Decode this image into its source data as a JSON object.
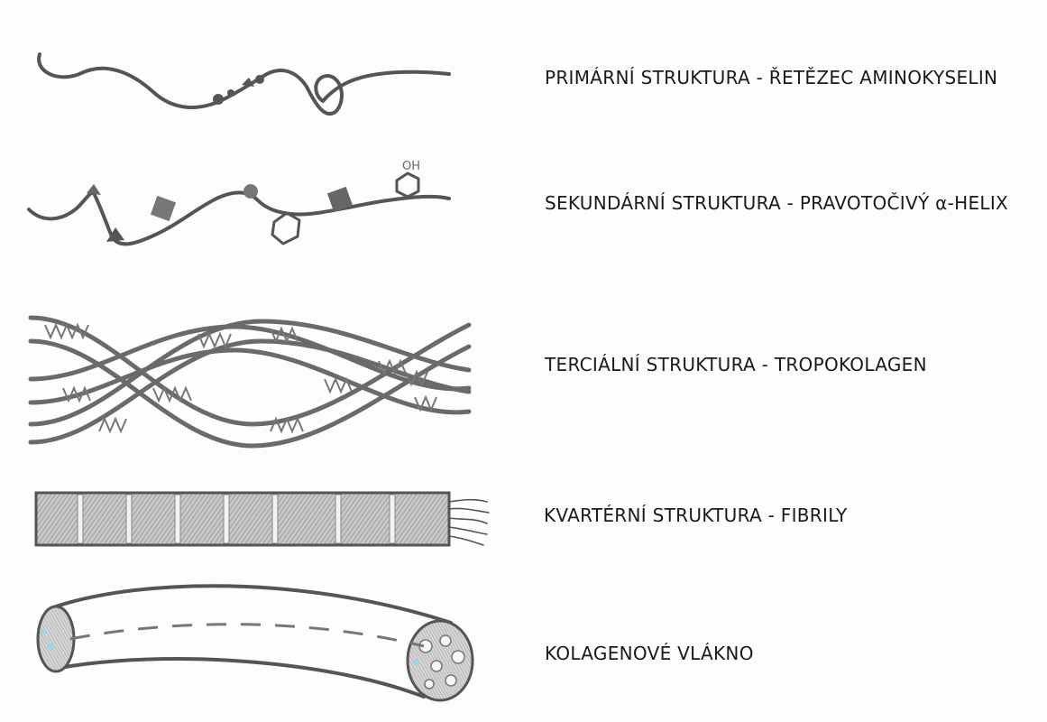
{
  "structures": [
    {
      "label": "PRIMÁRNÍ STRUKTURA - ŘETĚZEC AMINOKYSELIN"
    },
    {
      "label": "SEKUNDÁRNÍ STRUKTURA - PRAVOTOČIVÝ α-HELIX",
      "annotation": "OH"
    },
    {
      "label": "TERCIÁLNÍ STRUKTURA - TROPOKOLAGEN"
    },
    {
      "label": "KVARTÉRNÍ STRUKTURA - FIBRILY"
    },
    {
      "label": "KOLAGENOVÉ VLÁKNO"
    }
  ],
  "colors": {
    "pencil": "#555555",
    "paper": "#fdfdfd",
    "text": "#1a1a1a",
    "accent": "#9fd3e8"
  }
}
